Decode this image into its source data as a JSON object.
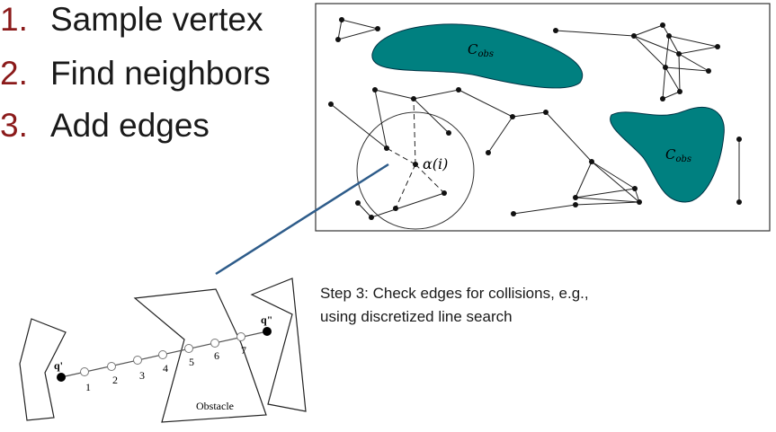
{
  "steps": [
    {
      "number": "1.",
      "label": "Sample vertex"
    },
    {
      "number": "2.",
      "label": "Find neighbors"
    },
    {
      "number": "3.",
      "label": "Add edges"
    }
  ],
  "caption": {
    "line1": "Step 3: Check edges for collisions, e.g.,",
    "line2": "using discretized line search"
  },
  "roadmap": {
    "obstacle_label_1": "C",
    "obstacle_sub_1": "obs",
    "obstacle_label_2": "C",
    "obstacle_sub_2": "obs",
    "alpha_label": "α(i)",
    "obstacle_color": "#008080"
  },
  "line_search": {
    "start_label": "q'",
    "end_label": "q\"",
    "point_labels": [
      "1",
      "2",
      "3",
      "4",
      "5",
      "6",
      "7"
    ],
    "obstacle_label": "Obstacle"
  },
  "connector_color": "#2e5c8a"
}
